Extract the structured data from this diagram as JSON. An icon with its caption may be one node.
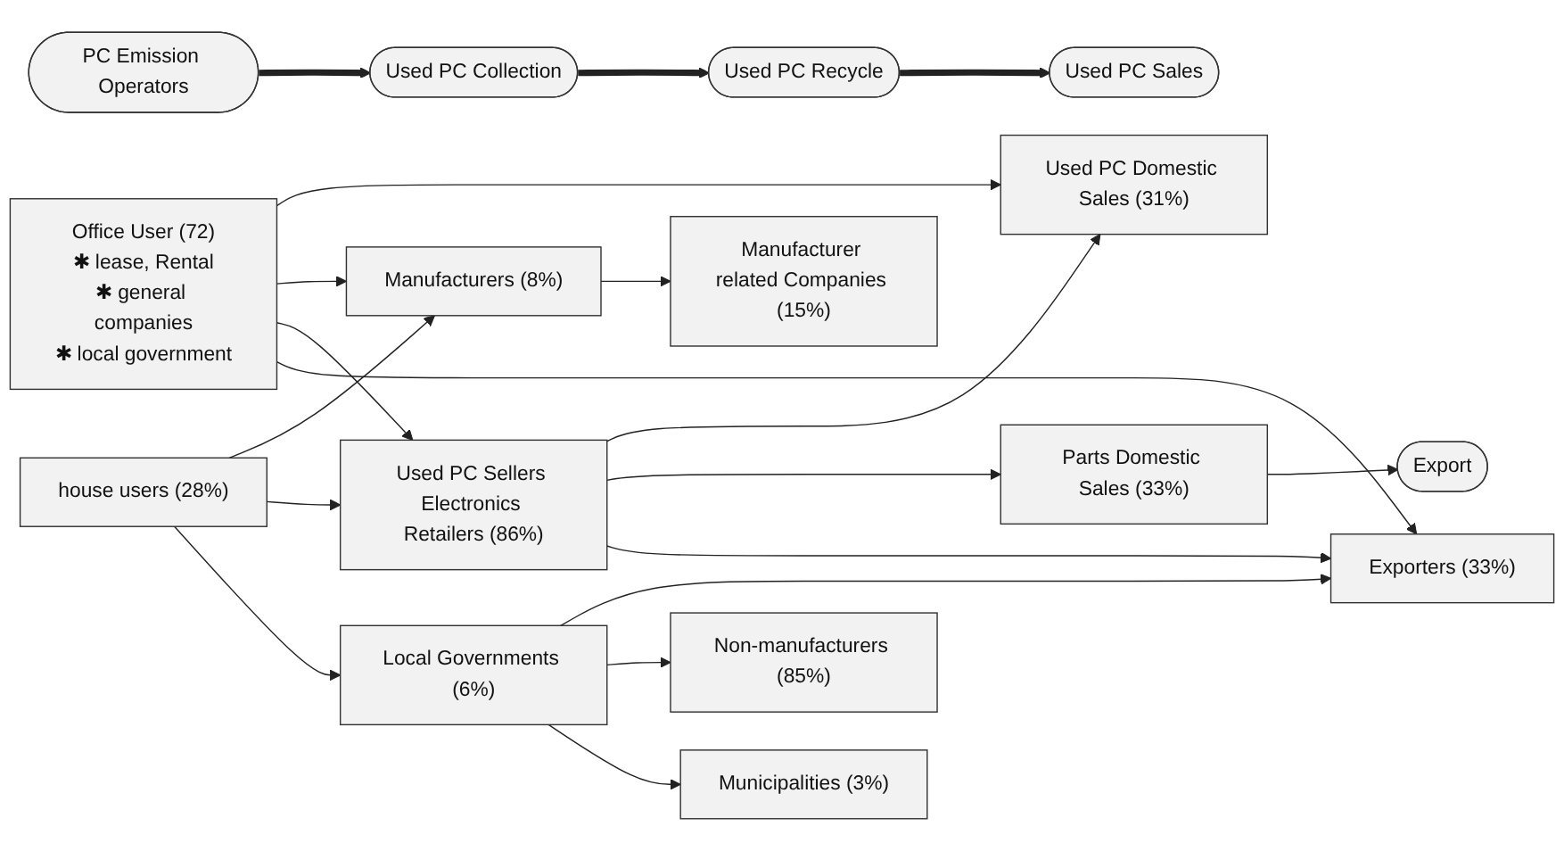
{
  "diagram": {
    "nodes": [
      {
        "text": [
          "PC Emission Operators"
        ]
      },
      {
        "text": [
          "Used PC Collection"
        ]
      },
      {
        "text": [
          "Used PC Recycle"
        ]
      },
      {
        "text": [
          "Used PC Sales"
        ]
      },
      {
        "text": [
          "Office User (72)",
          "✱ lease, Rental",
          "✱ general companies",
          "✱ local government"
        ]
      },
      {
        "text": [
          "house users (28%)"
        ]
      },
      {
        "text": [
          "Manufacturers (8%)"
        ]
      },
      {
        "text": [
          "Used PC Sellers Electronics Retailers (86%)"
        ]
      },
      {
        "text": [
          "Local Governments (6%)"
        ]
      },
      {
        "text": [
          "Manufacturer related Companies (15%)"
        ]
      },
      {
        "text": [
          "Non-manufacturers (85%)"
        ]
      },
      {
        "text": [
          "Used PC Domestic Sales (31%)"
        ]
      },
      {
        "text": [
          "Parts Domestic Sales (33%)"
        ]
      },
      {
        "text": [
          "Export"
        ]
      },
      {
        "text": [
          "Exporters (33%)"
        ]
      },
      {
        "text": [
          "Municipalities (3%)"
        ]
      }
    ],
    "edges": [
      {
        "from": 0,
        "to": 1,
        "arrow": "to",
        "style": "thick"
      },
      {
        "from": 1,
        "to": 2,
        "arrow": "to",
        "style": "thick"
      },
      {
        "from": 2,
        "to": 3,
        "arrow": "to",
        "style": "thick"
      },
      {
        "from": 4,
        "to": 11,
        "arrow": "to"
      },
      {
        "from": 4,
        "to": 6,
        "arrow": "to"
      },
      {
        "from": 5,
        "to": 6,
        "arrow": "to"
      },
      {
        "from": 4,
        "to": 7,
        "arrow": "to"
      },
      {
        "from": 5,
        "to": 7,
        "arrow": "to"
      },
      {
        "from": 5,
        "to": 8,
        "arrow": "to"
      },
      {
        "from": 4,
        "to": 14,
        "arrow": "to"
      },
      {
        "from": 6,
        "to": 9,
        "arrow": "to"
      },
      {
        "from": 7,
        "to": 11,
        "arrow": "to"
      },
      {
        "from": 7,
        "to": 12,
        "arrow": "to"
      },
      {
        "from": 7,
        "to": 14,
        "arrow": "to"
      },
      {
        "from": 8,
        "to": 14,
        "arrow": "to"
      },
      {
        "from": 8,
        "to": 10,
        "arrow": "to"
      },
      {
        "from": 8,
        "to": 15,
        "arrow": "to"
      },
      {
        "from": 12,
        "to": 13,
        "arrow": "to"
      }
    ]
  }
}
